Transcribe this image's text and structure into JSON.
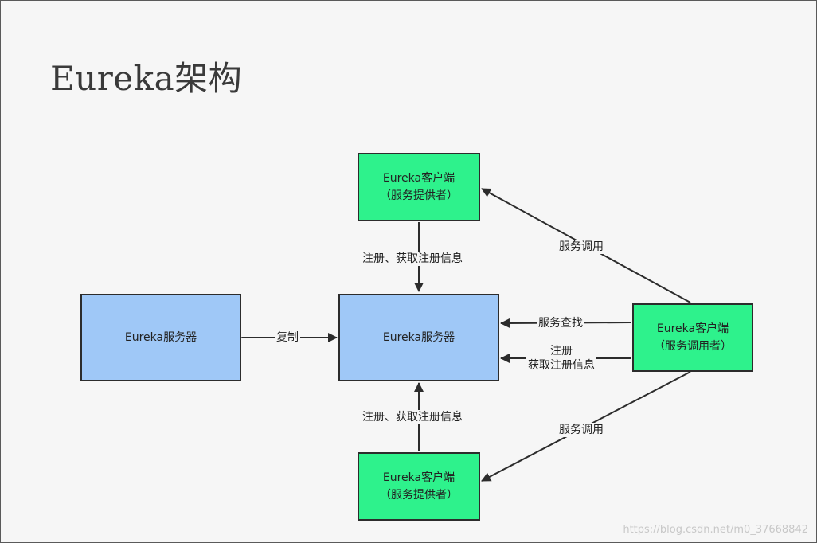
{
  "title": "Eureka架构",
  "nodes": {
    "server_left": {
      "label": "Eureka服务器"
    },
    "server_center": {
      "label": "Eureka服务器"
    },
    "provider_top": {
      "line1": "Eureka客户端",
      "line2": "（服务提供者）"
    },
    "provider_bottom": {
      "line1": "Eureka客户端",
      "line2": "（服务提供者）"
    },
    "consumer": {
      "line1": "Eureka客户端",
      "line2": "（服务调用者）"
    }
  },
  "edge_labels": {
    "replicate": "复制",
    "register_top": "注册、获取注册信息",
    "register_bottom": "注册、获取注册信息",
    "service_lookup": "服务查找",
    "register_line1": "注册",
    "register_line2": "获取注册信息",
    "invoke_top": "服务调用",
    "invoke_bottom": "服务调用"
  },
  "colors": {
    "server_fill": "#9fc8f7",
    "client_fill": "#2ef28c",
    "arrow": "#2c2c2c"
  },
  "watermark": "https://blog.csdn.net/m0_37668842"
}
